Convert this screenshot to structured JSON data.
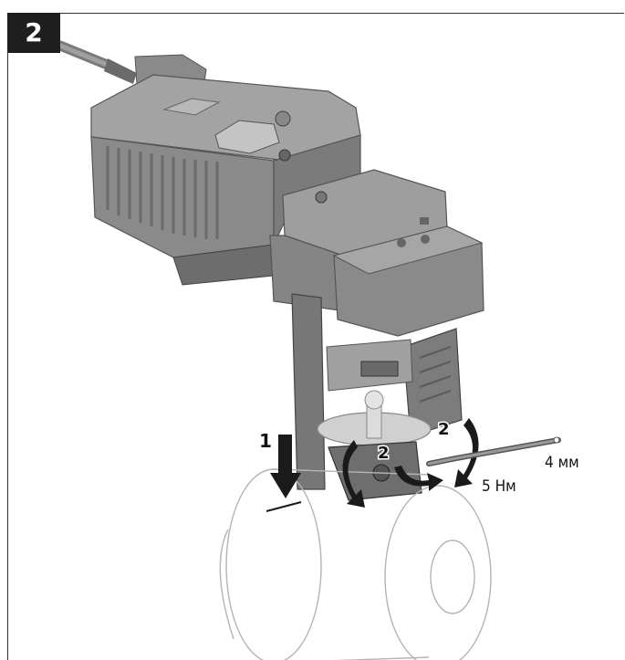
{
  "step": {
    "number": "2"
  },
  "callouts": {
    "press_step": "1",
    "tighten_step_left": "2",
    "tighten_step_right": "2",
    "hex_key_size": "4 мм",
    "torque": "5 Нм"
  },
  "colors": {
    "actuator_body": "#8c8c8c",
    "actuator_dark": "#5a5a5a",
    "actuator_top": "#a8a8a8",
    "valve_outline": "#b4b4b4",
    "arrow": "#1a1a1a",
    "badge_bg": "#1e1e1e"
  },
  "icons": {
    "press_arrow": "arrow-down-icon",
    "rotation_arrows": "rotate-clockwise-icon",
    "tool": "hex-key-icon"
  }
}
